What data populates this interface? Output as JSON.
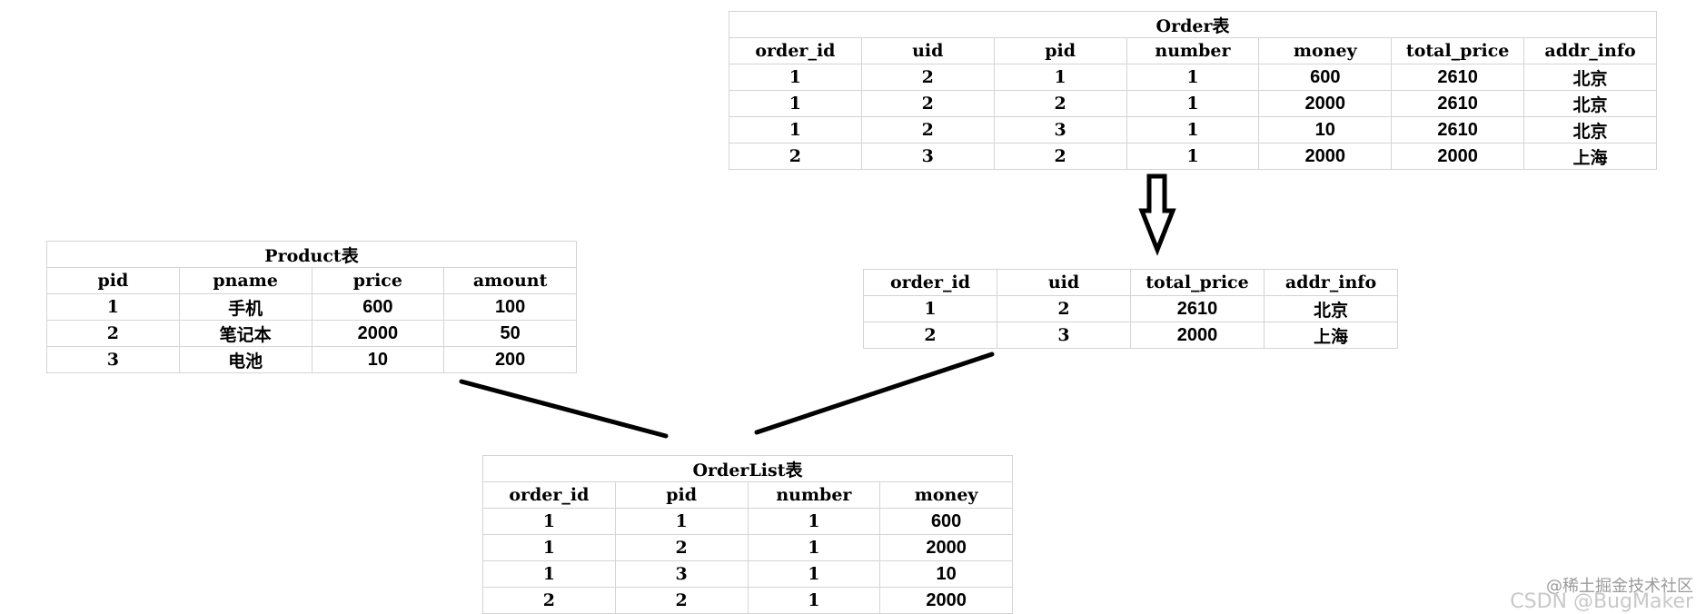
{
  "order_table": {
    "title": "Order表",
    "columns": [
      "order_id",
      "uid",
      "pid",
      "number",
      "money",
      "total_price",
      "addr_info"
    ],
    "rows": [
      [
        "1",
        "2",
        "1",
        "1",
        "600",
        "2610",
        "北京"
      ],
      [
        "1",
        "2",
        "2",
        "1",
        "2000",
        "2610",
        "北京"
      ],
      [
        "1",
        "2",
        "3",
        "1",
        "10",
        "2610",
        "北京"
      ],
      [
        "2",
        "3",
        "2",
        "1",
        "2000",
        "2000",
        "上海"
      ]
    ]
  },
  "product_table": {
    "title": "Product表",
    "columns": [
      "pid",
      "pname",
      "price",
      "amount"
    ],
    "rows": [
      [
        "1",
        "手机",
        "600",
        "100"
      ],
      [
        "2",
        "笔记本",
        "2000",
        "50"
      ],
      [
        "3",
        "电池",
        "10",
        "200"
      ]
    ]
  },
  "derived_table": {
    "columns": [
      "order_id",
      "uid",
      "total_price",
      "addr_info"
    ],
    "rows": [
      [
        "1",
        "2",
        "2610",
        "北京"
      ],
      [
        "2",
        "3",
        "2000",
        "上海"
      ]
    ]
  },
  "orderlist_table": {
    "title": "OrderList表",
    "columns": [
      "order_id",
      "pid",
      "number",
      "money"
    ],
    "rows": [
      [
        "1",
        "1",
        "1",
        "600"
      ],
      [
        "1",
        "2",
        "1",
        "2000"
      ],
      [
        "1",
        "3",
        "1",
        "10"
      ],
      [
        "2",
        "2",
        "1",
        "2000"
      ]
    ]
  },
  "watermark": {
    "text": "@稀土掘金技术社区",
    "text2": "CSDN @BugMaker"
  },
  "colors": {
    "grid_line": "#d4d4d4",
    "connector": "#000000",
    "watermark": "#9a9a9a"
  }
}
